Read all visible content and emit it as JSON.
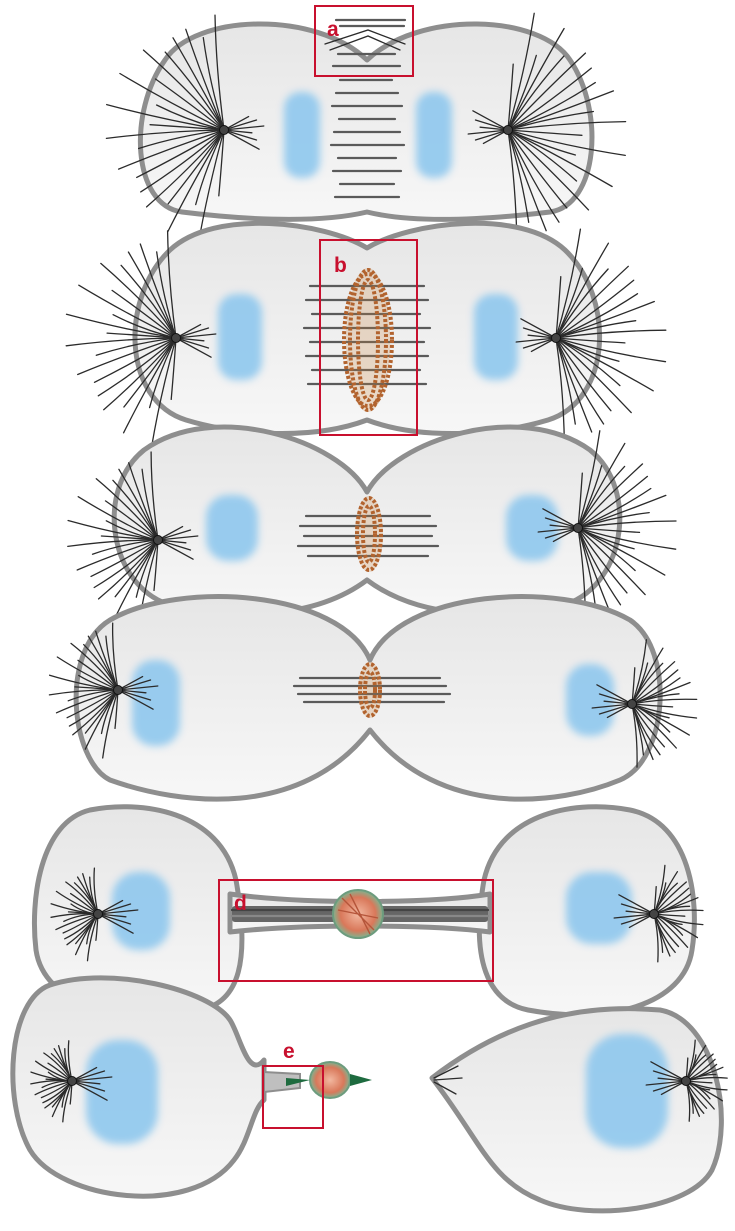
{
  "labels": {
    "a": "a",
    "b": "b",
    "d": "d",
    "e": "e"
  },
  "colors": {
    "cell_outline": "#8e8e8e",
    "cell_fill": "#ececec",
    "nucleus": "#8fc8ee",
    "callout": "#c8102e",
    "contractile_ring": "#b2632e",
    "midbody_green": "#1e6b3f"
  }
}
